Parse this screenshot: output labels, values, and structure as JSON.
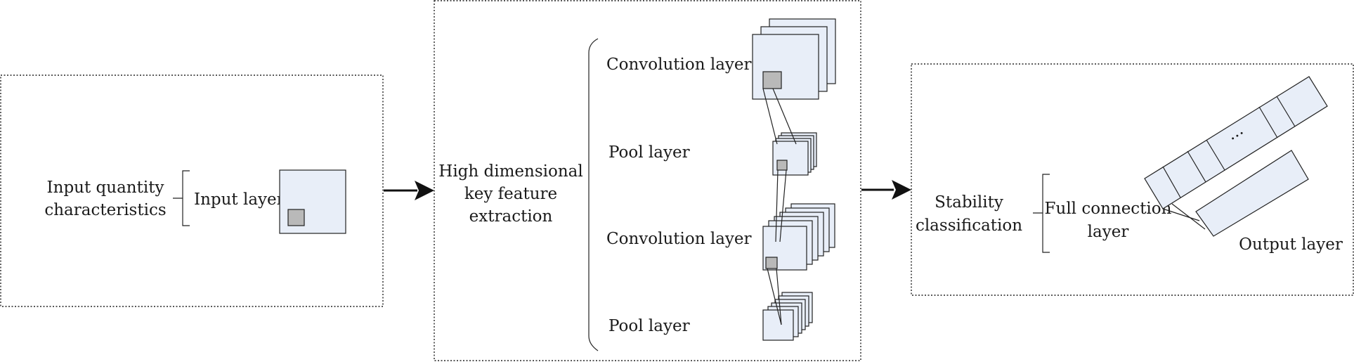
{
  "input_panel": {
    "group_label": [
      "Input quantity",
      "characteristics"
    ],
    "layer_label": "Input layer"
  },
  "feature_panel": {
    "group_label": [
      "High dimensional",
      "key feature",
      "extraction"
    ],
    "layers": {
      "conv1": "Convolution layer",
      "pool1": "Pool layer",
      "conv2": "Convolution layer",
      "pool2": "Pool layer"
    }
  },
  "classify_panel": {
    "group_label": [
      "Stability",
      "classification"
    ],
    "fc_label": [
      "Full connection",
      "layer"
    ],
    "output_label": "Output layer",
    "ellipsis": "···"
  }
}
